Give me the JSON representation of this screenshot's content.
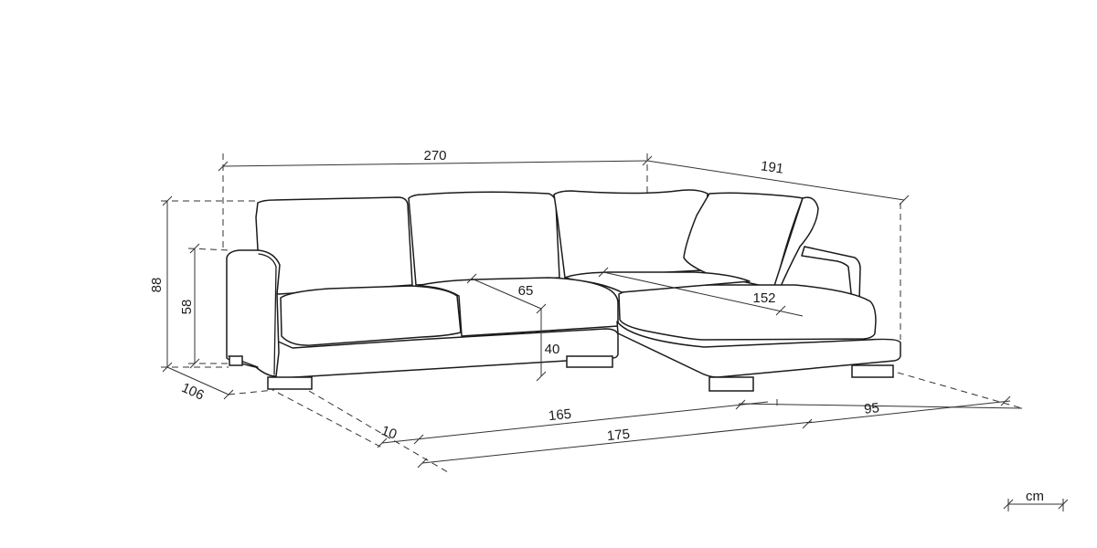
{
  "dimensions": {
    "total_width": "270",
    "chaise_depth": "191",
    "height": "88",
    "armrest_height": "58",
    "depth": "106",
    "seat_depth": "65",
    "chaise_seat_length": "152",
    "seat_height": "40",
    "seat_width": "165",
    "base_width": "175",
    "leg_offset": "10",
    "chaise_width": "95"
  },
  "unit": "cm",
  "colors": {
    "line": "#1b1b1b",
    "background": "#ffffff"
  }
}
